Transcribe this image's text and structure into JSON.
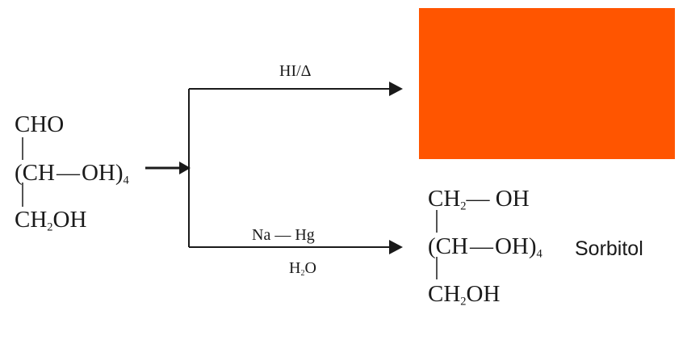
{
  "colors": {
    "ink": "#1a1a1a",
    "answer_box": "#ff5500",
    "background": "#ffffff"
  },
  "reactant": {
    "line1": "CHO",
    "line2_main": "(CH",
    "line2_bond": "—",
    "line2_oh": "OH)",
    "line2_sub": "4",
    "line3_main": "CH",
    "line3_sub": "2",
    "line3_end": "OH"
  },
  "upper_branch": {
    "reagent": "HI/Δ",
    "product_hidden": true
  },
  "lower_branch": {
    "reagent_top": "Na — Hg",
    "reagent_bottom_main": "H",
    "reagent_bottom_sub": "2",
    "reagent_bottom_end": "O"
  },
  "product": {
    "line1_main": "CH",
    "line1_sub": "2",
    "line1_end": "— OH",
    "line2_main": "(CH",
    "line2_bond": "—",
    "line2_oh": "OH)",
    "line2_sub": "4",
    "line3_main": "CH",
    "line3_sub": "2",
    "line3_end": "OH",
    "name": "Sorbitol"
  }
}
